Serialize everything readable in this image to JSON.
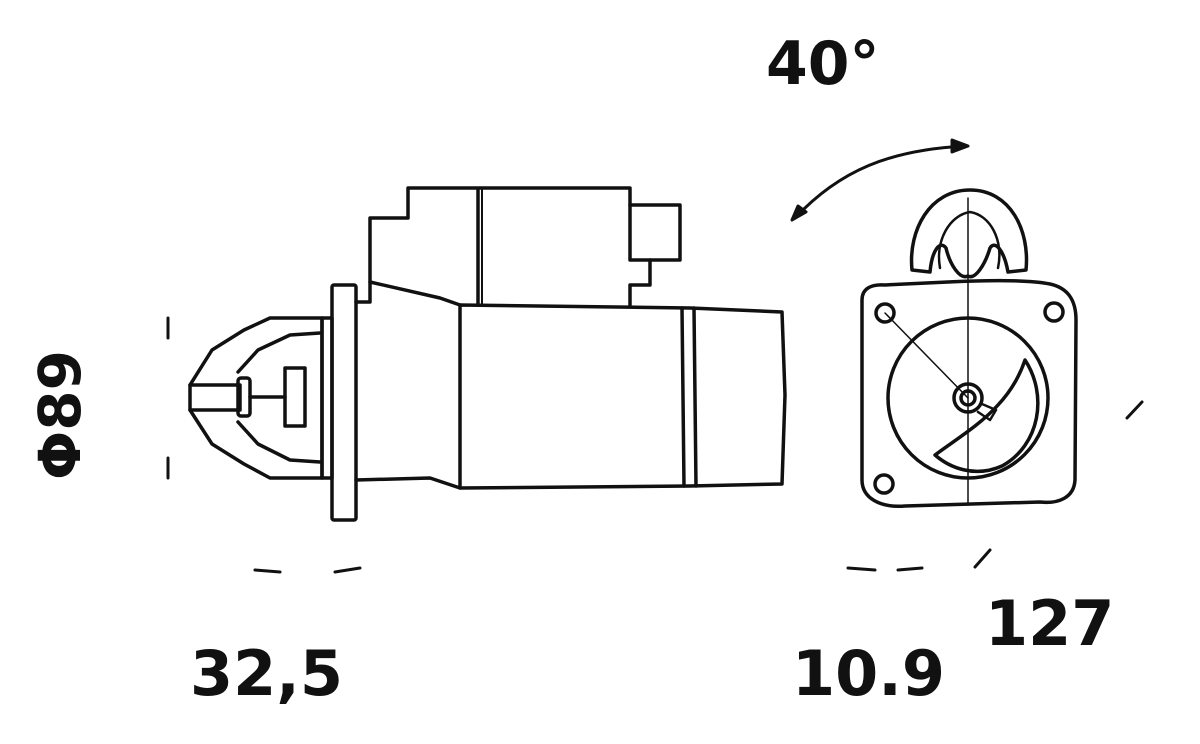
{
  "dimensions": {
    "angle": "40°",
    "diameter": "Φ89",
    "left_offset": "32,5",
    "right_offset": "10.9",
    "width": "127"
  },
  "colors": {
    "line": "#111111",
    "background": "#ffffff"
  }
}
